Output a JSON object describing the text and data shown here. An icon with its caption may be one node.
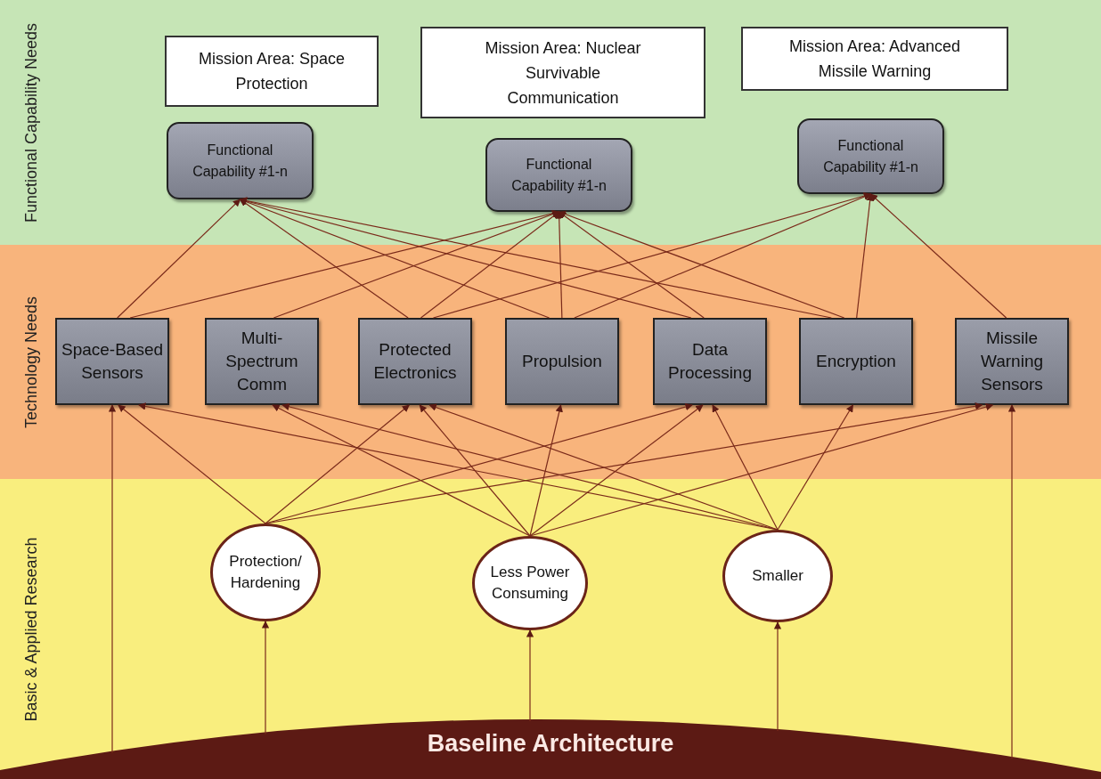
{
  "diagram": {
    "nodes": [
      {
        "text": [
          "Functional Capability Needs"
        ]
      },
      {
        "text": [
          "Mission Area: Space Protection"
        ],
        "in": 0
      },
      {
        "text": [
          "Mission Area: Nuclear Survivable Communication"
        ],
        "in": 0
      },
      {
        "text": [
          "Mission Area: Advanced Missile Warning"
        ],
        "in": 0
      },
      {
        "text": [
          "Functional Capability #1-n"
        ],
        "in": 0
      },
      {
        "text": [
          "Functional Capability #1-n"
        ],
        "in": 0
      },
      {
        "text": [
          "Functional Capability #1-n"
        ],
        "in": 0
      },
      {
        "text": [
          "Technology Needs"
        ]
      },
      {
        "text": [
          "Space-Based Sensors"
        ],
        "in": 7
      },
      {
        "text": [
          "Multi-Spectrum Comm"
        ],
        "in": 7
      },
      {
        "text": [
          "Protected Electronics"
        ],
        "in": 7
      },
      {
        "text": [
          "Propulsion"
        ],
        "in": 7
      },
      {
        "text": [
          "Data Processing"
        ],
        "in": 7
      },
      {
        "text": [
          "Encryption"
        ],
        "in": 7
      },
      {
        "text": [
          "Missile Warning Sensors"
        ],
        "in": 7
      },
      {
        "text": [
          "Basic & Applied Research"
        ]
      },
      {
        "text": [
          "Protection/ Hardening"
        ],
        "in": 15
      },
      {
        "text": [
          "Less Power Consuming"
        ],
        "in": 15
      },
      {
        "text": [
          "Smaller"
        ],
        "in": 15
      },
      {
        "text": [
          "Baseline Architecture"
        ],
        "in": 15
      }
    ],
    "edges": [
      {
        "from": 8,
        "to": 4,
        "arrow": "to"
      },
      {
        "from": 8,
        "to": 5,
        "arrow": "to"
      },
      {
        "from": 9,
        "to": 5,
        "arrow": "to"
      },
      {
        "from": 10,
        "to": 4,
        "arrow": "to"
      },
      {
        "from": 10,
        "to": 5,
        "arrow": "to"
      },
      {
        "from": 10,
        "to": 6,
        "arrow": "to"
      },
      {
        "from": 11,
        "to": 4,
        "arrow": "to"
      },
      {
        "from": 11,
        "to": 5,
        "arrow": "to"
      },
      {
        "from": 11,
        "to": 6,
        "arrow": "to"
      },
      {
        "from": 12,
        "to": 4,
        "arrow": "to"
      },
      {
        "from": 12,
        "to": 5,
        "arrow": "to"
      },
      {
        "from": 13,
        "to": 4,
        "arrow": "to"
      },
      {
        "from": 13,
        "to": 5,
        "arrow": "to"
      },
      {
        "from": 13,
        "to": 6,
        "arrow": "to"
      },
      {
        "from": 14,
        "to": 6,
        "arrow": "to"
      },
      {
        "from": 16,
        "to": 8,
        "arrow": "to"
      },
      {
        "from": 16,
        "to": 10,
        "arrow": "to"
      },
      {
        "from": 16,
        "to": 12,
        "arrow": "to"
      },
      {
        "from": 16,
        "to": 14,
        "arrow": "to"
      },
      {
        "from": 17,
        "to": 9,
        "arrow": "to"
      },
      {
        "from": 17,
        "to": 10,
        "arrow": "to"
      },
      {
        "from": 17,
        "to": 11,
        "arrow": "to"
      },
      {
        "from": 17,
        "to": 12,
        "arrow": "to"
      },
      {
        "from": 17,
        "to": 14,
        "arrow": "to"
      },
      {
        "from": 18,
        "to": 8,
        "arrow": "to"
      },
      {
        "from": 18,
        "to": 9,
        "arrow": "to"
      },
      {
        "from": 18,
        "to": 10,
        "arrow": "to"
      },
      {
        "from": 18,
        "to": 12,
        "arrow": "to"
      },
      {
        "from": 18,
        "to": 13,
        "arrow": "to"
      },
      {
        "from": 19,
        "to": 16,
        "arrow": "to"
      },
      {
        "from": 19,
        "to": 17,
        "arrow": "to"
      },
      {
        "from": 19,
        "to": 18,
        "arrow": "to"
      },
      {
        "from": 19,
        "to": 8,
        "arrow": "to"
      },
      {
        "from": 19,
        "to": 14,
        "arrow": "to"
      }
    ]
  }
}
